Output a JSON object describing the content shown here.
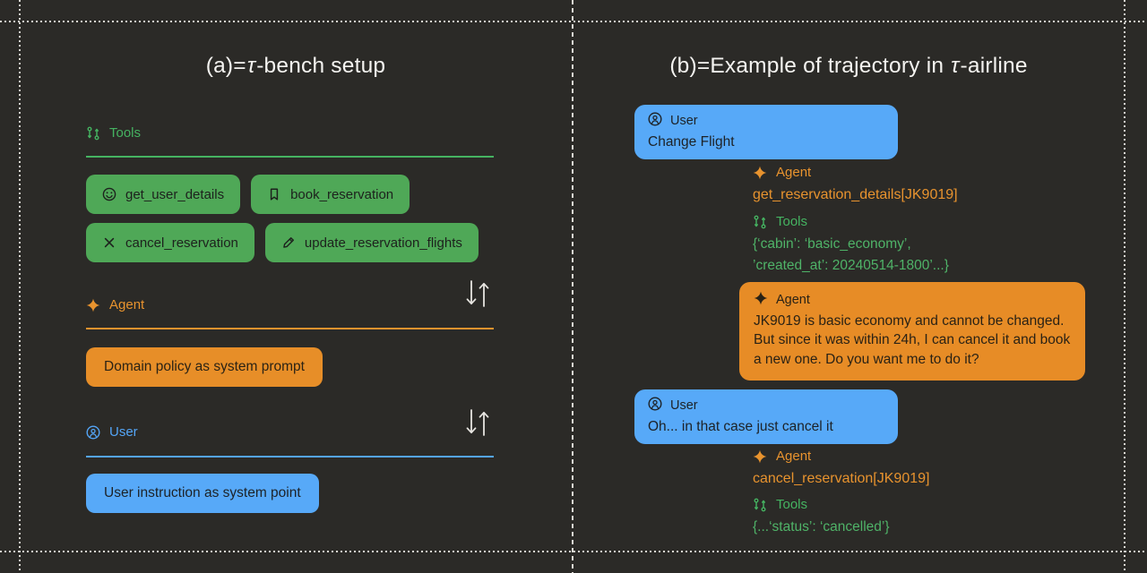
{
  "colors": {
    "background": "#2b2a27",
    "grid_dots": "#dbd9d3",
    "green_accent": "#45b361",
    "green_chip": "#4fa857",
    "green_code": "#4fb368",
    "orange_accent": "#e8932e",
    "orange_bubble": "#e78c26",
    "blue_accent": "#54a5f6",
    "blue_bubble": "#57a9f8",
    "title_text": "#f4f3f0"
  },
  "icons": {
    "tools": "workflow-compare-icon",
    "agent": "sparkle-icon",
    "user": "person-circle-icon",
    "get_user_details": "smiley-icon",
    "book_reservation": "bookmark-icon",
    "cancel_reservation": "x-icon",
    "update_reservation_flights": "pencil-icon",
    "exchange": "down-up-arrows-icon"
  },
  "left_panel": {
    "title": {
      "prefix": "(a)=",
      "tau": "τ",
      "suffix": "-bench setup"
    },
    "tools_section": {
      "label": "Tools",
      "buttons": [
        {
          "label": "get_user_details"
        },
        {
          "label": "book_reservation"
        },
        {
          "label": "cancel_reservation"
        },
        {
          "label": "update_reservation_flights"
        }
      ]
    },
    "agent_section": {
      "label": "Agent",
      "card": "Domain policy as system prompt"
    },
    "user_section": {
      "label": "User",
      "card": "User instruction as system point"
    }
  },
  "right_panel": {
    "title": {
      "prefix": "(b)=Example of trajectory in ",
      "tau": "τ",
      "suffix": "-airline"
    },
    "user_turn_1": {
      "label": "User",
      "message": "Change Flight"
    },
    "agent_call_1": {
      "label": "Agent",
      "code": "get_reservation_details[JK9019]"
    },
    "tools_result_1": {
      "label": "Tools",
      "code_line_1": "{‘cabin’: ‘basic_economy’,",
      "code_line_2": "’created_at’: 20240514-1800’...}"
    },
    "agent_message": {
      "label": "Agent",
      "text": "JK9019 is basic economy and cannot be changed. But since it was within 24h, I can cancel it and book a new one. Do you want me to do it?"
    },
    "user_turn_2": {
      "label": "User",
      "message": "Oh... in that case just cancel it"
    },
    "agent_call_2": {
      "label": "Agent",
      "code": "cancel_reservation[JK9019]"
    },
    "tools_result_2": {
      "label": "Tools",
      "code": "{...‘status’: ‘cancelled’}"
    }
  }
}
